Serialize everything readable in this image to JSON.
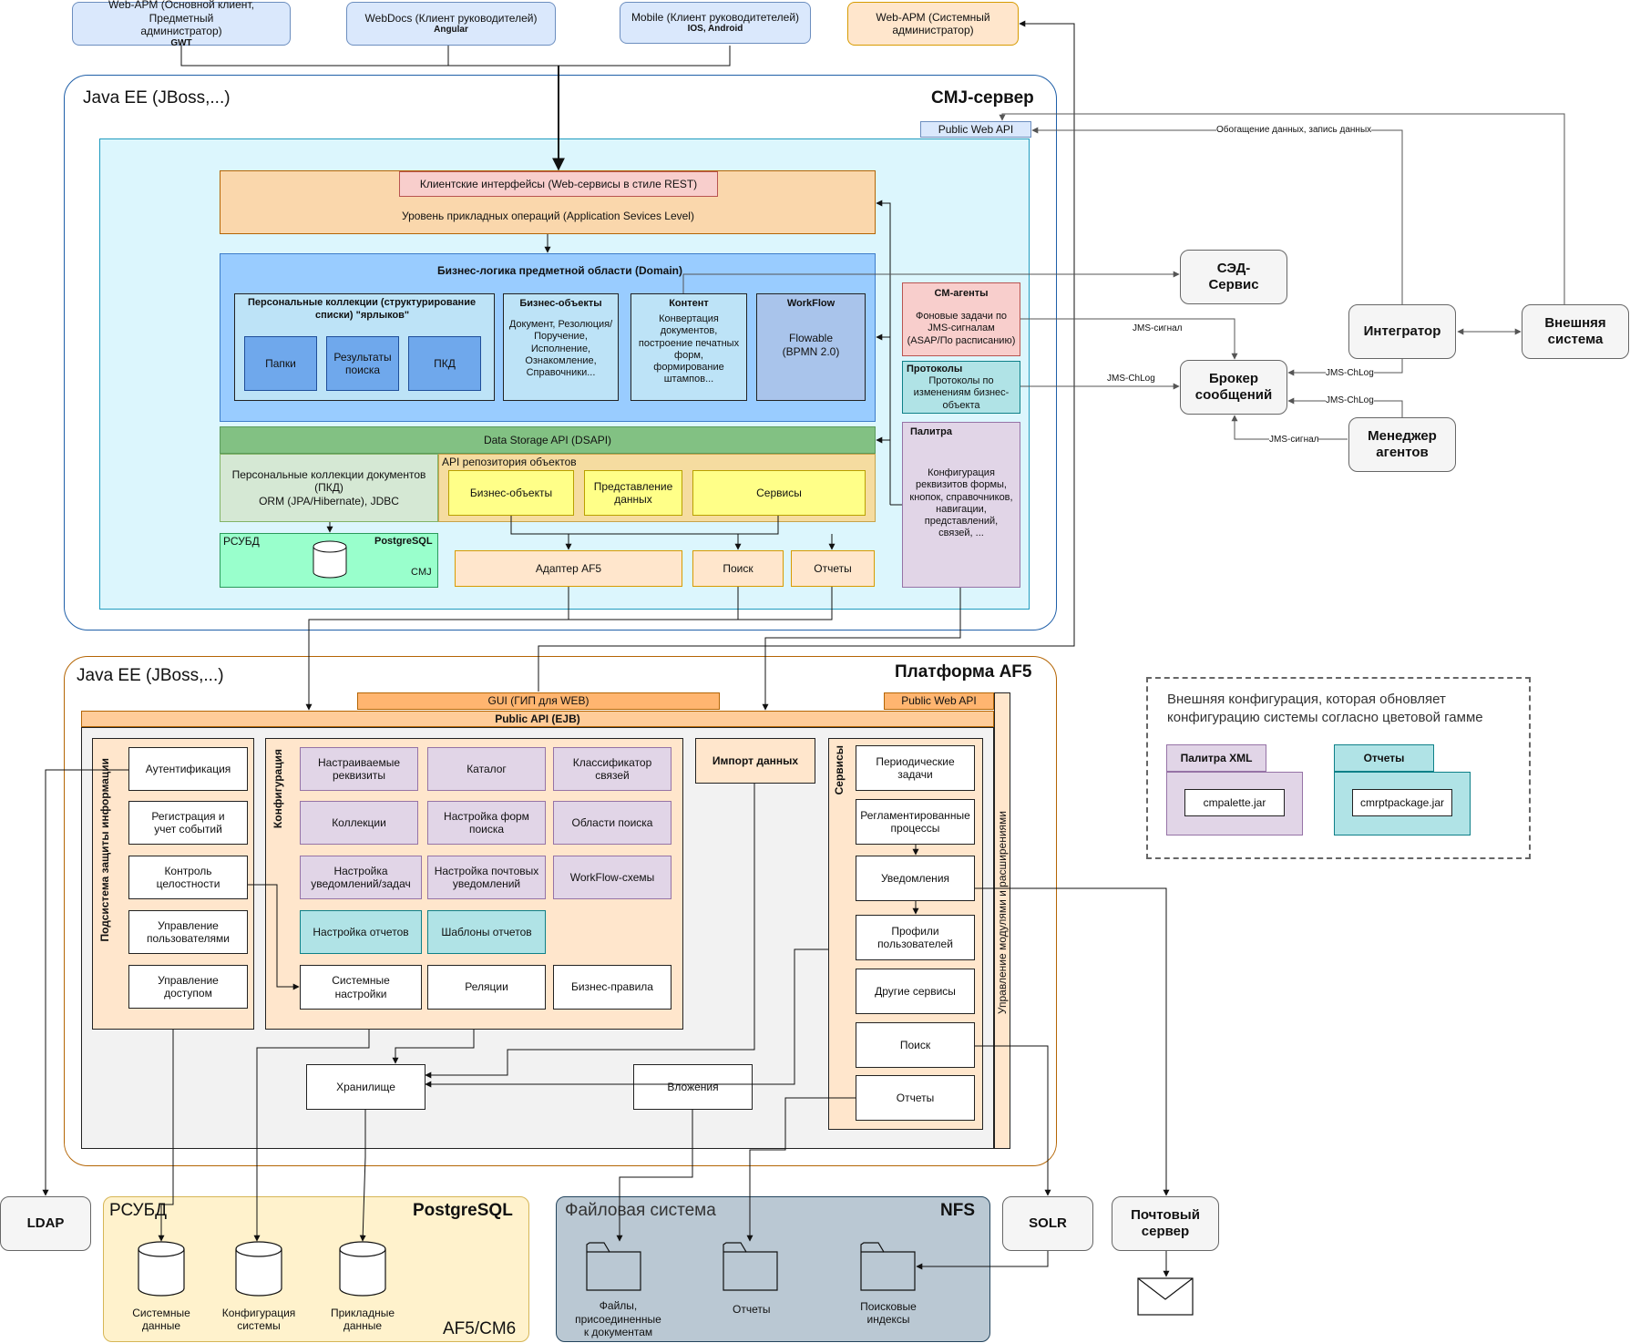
{
  "clients": {
    "web_arm_main": {
      "line1": "Web-АРМ (Основной клиент, Предметный",
      "line2": "администратор)",
      "tech": "GWT"
    },
    "webdocs": {
      "line1": "WebDocs (Клиент руководителей)",
      "tech": "Angular"
    },
    "mobile": {
      "line1": "Mobile (Клиент руководитетелей)",
      "tech": "IOS, Android"
    },
    "web_arm_sys": {
      "line1": "Web-АРМ (Системный",
      "line2": "администратор)"
    }
  },
  "cmj": {
    "java_ee": "Java EE (JBoss,...)",
    "title": "CMJ-сервер",
    "public_web_api": "Public Web API",
    "client_ifaces": "Клиентские интерфейсы (Web-сервисы в стиле REST)",
    "app_level": "Уровень прикладных операций (Application Sevices Level)",
    "domain_title": "Бизнес-логика предметной области (Domain)",
    "personal_title_1": "Персональные коллекции (структурирование",
    "personal_title_2": "списки) \"ярлыков\"",
    "folders": "Папки",
    "search_results_1": "Результаты",
    "search_results_2": "поиска",
    "pkd": "ПКД",
    "bo_title": "Бизнес-объекты",
    "bo_body": [
      "Документ, Резолюция/",
      "Поручение,",
      "Исполнение,",
      "Ознакомление,",
      "Справочники..."
    ],
    "content_title": "Контент",
    "content_body": [
      "Конвертация",
      "документов,",
      "построение печатных",
      "форм,",
      "формирование",
      "штампов..."
    ],
    "wf_title": "WorkFlow",
    "wf_body": [
      "Flowable",
      "(BPMN 2.0)"
    ],
    "dsapi": "Data Storage API (DSAPI)",
    "pkd_docs": [
      "Персональные коллекции документов",
      "(ПКД)",
      "ORM (JPA/Hibernate), JDBC"
    ],
    "repo_api": "API репозитория объектов",
    "repo_bo": "Бизнес-объекты",
    "repo_view": [
      "Представление",
      "данных"
    ],
    "repo_services": "Сервисы",
    "rdbms": "РСУБД",
    "postgres": "PostgreSQL",
    "cmj_small": "CMJ",
    "adapter": "Адаптер AF5",
    "search": "Поиск",
    "reports": "Отчеты",
    "cm_agents_title": "CM-агенты",
    "cm_agents_body": [
      "Фоновые задачи по",
      "JMS-сигналам",
      "(ASAP/По расписанию)"
    ],
    "protocols_title": "Протоколы",
    "protocols_body": [
      "Протоколы по",
      "изменениям бизнес-",
      "объекта"
    ],
    "palette_title": "Палитра",
    "palette_body": [
      "Конфигурация",
      "реквизитов формы,",
      "кнопок, справочников,",
      "навигации,",
      "представлений,",
      "связей, ..."
    ]
  },
  "external": {
    "sed": [
      "СЭД-",
      "Сервис"
    ],
    "integrator": "Интегратор",
    "ext_system": [
      "Внешняя",
      "система"
    ],
    "broker": [
      "Брокер",
      "сообщений"
    ],
    "agent_mgr": [
      "Менеджер",
      "агентов"
    ],
    "enrich": "Обогащение данных, запись данных",
    "jms_signal_1": "JMS-сигнал",
    "jms_chlog_1": "JMS-ChLog",
    "jms_chlog_2": "JMS-ChLog",
    "jms_chlog_3": "JMS-ChLog",
    "jms_signal_2": "JMS-сигнал"
  },
  "af5": {
    "java_ee": "Java EE (JBoss,...)",
    "title": "Платформа AF5",
    "gui": "GUI (ГИП для WEB)",
    "public_web_api": "Public Web API",
    "public_api": "Public API (EJB)",
    "security_title": "Подсистема защиты информации",
    "auth": "Аутентификация",
    "reg_events": [
      "Регистрация и",
      "учет событий"
    ],
    "integrity": [
      "Контроль",
      "целостности"
    ],
    "user_mgmt": [
      "Управление",
      "пользователями"
    ],
    "access_mgmt": [
      "Управление",
      "доступом"
    ],
    "config_title": "Конфигурация",
    "cfg_attrs": [
      "Настраиваемые",
      "реквизиты"
    ],
    "cfg_catalog": "Каталог",
    "cfg_link_class": [
      "Классификатор",
      "связей"
    ],
    "cfg_collections": "Коллекции",
    "cfg_search_forms": [
      "Настройка форм",
      "поиска"
    ],
    "cfg_search_areas": "Области поиска",
    "cfg_notify": [
      "Настройка",
      "уведомлений/задач"
    ],
    "cfg_mail": [
      "Настройка почтовых",
      "уведомлений"
    ],
    "cfg_wf": "WorkFlow-схемы",
    "cfg_reports": "Настройка отчетов",
    "cfg_report_tpl": "Шаблоны отчетов",
    "cfg_sys": [
      "Системные",
      "настройки"
    ],
    "cfg_rel": "Реляции",
    "cfg_rules": "Бизнес-правила",
    "import": "Импорт данных",
    "services_title": "Сервисы",
    "svc_periodic": [
      "Периодические",
      "задачи"
    ],
    "svc_regl": [
      "Регламентированные",
      "процессы"
    ],
    "svc_notif": "Уведомления",
    "svc_profiles": [
      "Профили",
      "пользователей"
    ],
    "svc_other": "Другие сервисы",
    "svc_search": "Поиск",
    "svc_reports": "Отчеты",
    "modules": "Управление модулями и расширениями",
    "storage": "Хранилище",
    "attachments": "Вложения"
  },
  "ext_config": {
    "text_1": "Внешняя конфигурация, которая обновляет",
    "text_2": "конфигурацию системы согласно цветовой гамме",
    "palette_xml": "Палитра XML",
    "cmpalette": "cmpalette.jar",
    "reports": "Отчеты",
    "cmrpt": "cmrptpackage.jar"
  },
  "bottom": {
    "ldap": "LDAP",
    "rdbms": "РСУБД",
    "postgres": "PostgreSQL",
    "af5cm6": "AF5/CM6",
    "sys_data": [
      "Системные",
      "данные"
    ],
    "cfg_data": [
      "Конфигурация",
      "системы"
    ],
    "app_data": [
      "Прикладные",
      "данные"
    ],
    "fs": "Файловая система",
    "nfs": "NFS",
    "files": [
      "Файлы,",
      "присоединенные",
      "к документам"
    ],
    "fs_reports": "Отчеты",
    "indexes": [
      "Поисковые",
      "индексы"
    ],
    "solr": "SOLR",
    "mail": [
      "Почтовый",
      "сервер"
    ]
  }
}
